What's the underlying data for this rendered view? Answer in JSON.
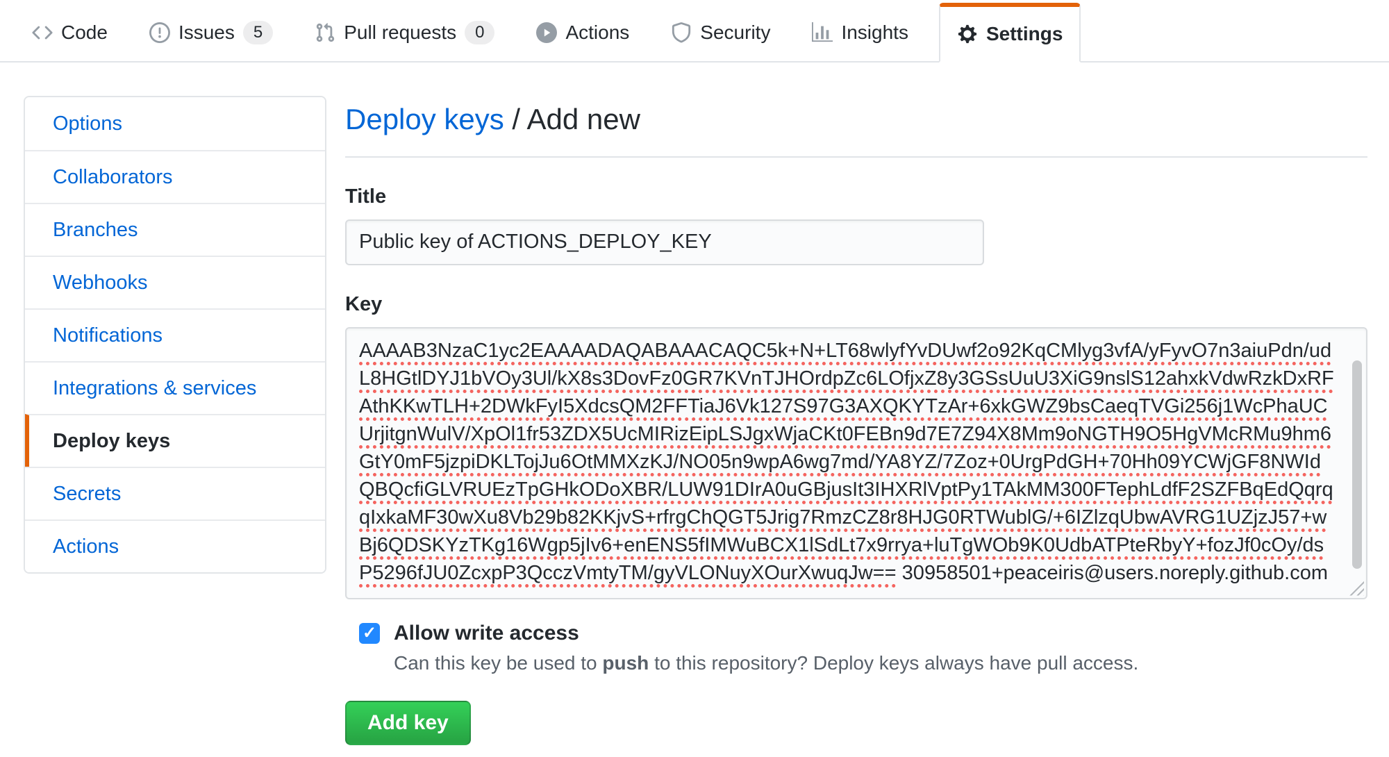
{
  "colors": {
    "accent_orange": "#e36209",
    "link_blue": "#0366d6",
    "button_green": "#28a745",
    "checkbox_blue": "#2188ff",
    "spellcheck_red": "#f4645f"
  },
  "nav": {
    "tabs": [
      {
        "label": "Code",
        "icon": "code-icon"
      },
      {
        "label": "Issues",
        "icon": "issue-opened-icon",
        "count": "5"
      },
      {
        "label": "Pull requests",
        "icon": "pull-request-icon",
        "count": "0"
      },
      {
        "label": "Actions",
        "icon": "play-circle-icon"
      },
      {
        "label": "Security",
        "icon": "shield-icon"
      },
      {
        "label": "Insights",
        "icon": "graph-icon"
      },
      {
        "label": "Settings",
        "icon": "gear-icon",
        "active": true
      }
    ]
  },
  "sidebar": {
    "items": [
      {
        "label": "Options"
      },
      {
        "label": "Collaborators"
      },
      {
        "label": "Branches"
      },
      {
        "label": "Webhooks"
      },
      {
        "label": "Notifications"
      },
      {
        "label": "Integrations & services"
      },
      {
        "label": "Deploy keys",
        "active": true
      },
      {
        "label": "Secrets"
      },
      {
        "label": "Actions"
      }
    ]
  },
  "main": {
    "breadcrumb": {
      "link": "Deploy keys",
      "separator": " / ",
      "current": "Add new"
    },
    "title_field": {
      "label": "Title",
      "value": "Public key of ACTIONS_DEPLOY_KEY"
    },
    "key_field": {
      "label": "Key",
      "value": "AAAAB3NzaC1yc2EAAAADAQABAAACAQC5k+N+LT68wlyfYvDUwf2o92KqCMlyg3vfA/yFyvO7n3aiuPdn/udL8HGtlDYJ1bVOy3Ul/kX8s3DovFz0GR7KVnTJHOrdpZc6LOfjxZ8y3GSsUuU3XiG9nslS12ahxkVdwRzkDxRFAthKKwTLH+2DWkFyI5XdcsQM2FFTiaJ6Vk127S97G3AXQKYTzAr+6xkGWZ9bsCaeqTVGi256j1WcPhaUCUrjitgnWulV/XpOl1fr53ZDX5UcMIRizEipLSJgxWjaCKt0FEBn9d7E7Z94X8Mm9oNGTH9O5HgVMcRMu9hm6GtY0mF5jzpiDKLTojJu6OtMMXzKJ/NO05n9wpA6wg7md/YA8YZ/7Zoz+0UrgPdGH+70Hh09YCWjGF8NWIdQBQcfiGLVRUEzTpGHkODoXBR/LUW91DIrA0uGBjusIt3IHXRlVptPy1TAkMM300FTephLdfF2SZFBqEdQqrqqIxkaMF30wXu8Vb29b82KKjvS+rfrgChQGT5Jrig7RmzCZ8r8HJG0RTWublG/+6IZlzqUbwAVRG1UZjzJ57+wBj6QDSKYzTKg16Wgp5jIv6+enENS5fIMWuBCX1lSdLt7x9rrya+luTgWOb9K0UdbATPteRbyY+fozJf0cOy/dsP5296fJU0ZcxpP3QcczVmtyTM/gyVLONuyXOurXwuqJw==",
      "comment": " 30958501+peaceiris@users.noreply.github.com"
    },
    "write_access": {
      "label": "Allow write access",
      "checked": true,
      "note_prefix": "Can this key be used to ",
      "note_bold": "push",
      "note_suffix": " to this repository? Deploy keys always have pull access."
    },
    "submit_label": "Add key"
  }
}
